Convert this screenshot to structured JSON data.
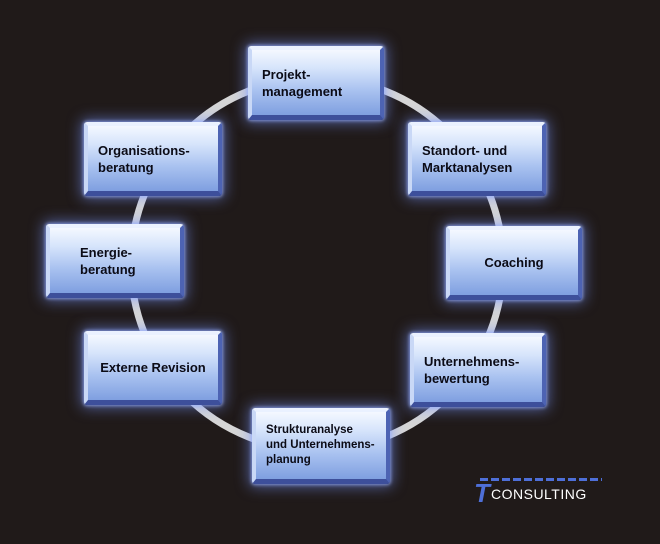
{
  "diagram": {
    "nodes": [
      {
        "id": "projektmanagement",
        "lines": [
          "Projekt-",
          "management"
        ]
      },
      {
        "id": "standort",
        "lines": [
          "Standort- und",
          "Marktanalysen"
        ]
      },
      {
        "id": "coaching",
        "lines": [
          "Coaching"
        ]
      },
      {
        "id": "unternehmensbewertung",
        "lines": [
          "Unternehmens-",
          "bewertung"
        ]
      },
      {
        "id": "strukturanalyse",
        "lines": [
          "Strukturanalyse",
          "und Unternehmens-",
          "planung"
        ]
      },
      {
        "id": "externe-revision",
        "lines": [
          "Externe Revision"
        ]
      },
      {
        "id": "energieberatung",
        "lines": [
          "Energie-",
          "beratung"
        ]
      },
      {
        "id": "organisationsberatung",
        "lines": [
          "Organisations-",
          "beratung"
        ]
      }
    ],
    "ring_color": "#d6d6d6"
  },
  "logo": {
    "letter": "T",
    "text": "CONSULTING",
    "color": "#4e6fd8"
  }
}
